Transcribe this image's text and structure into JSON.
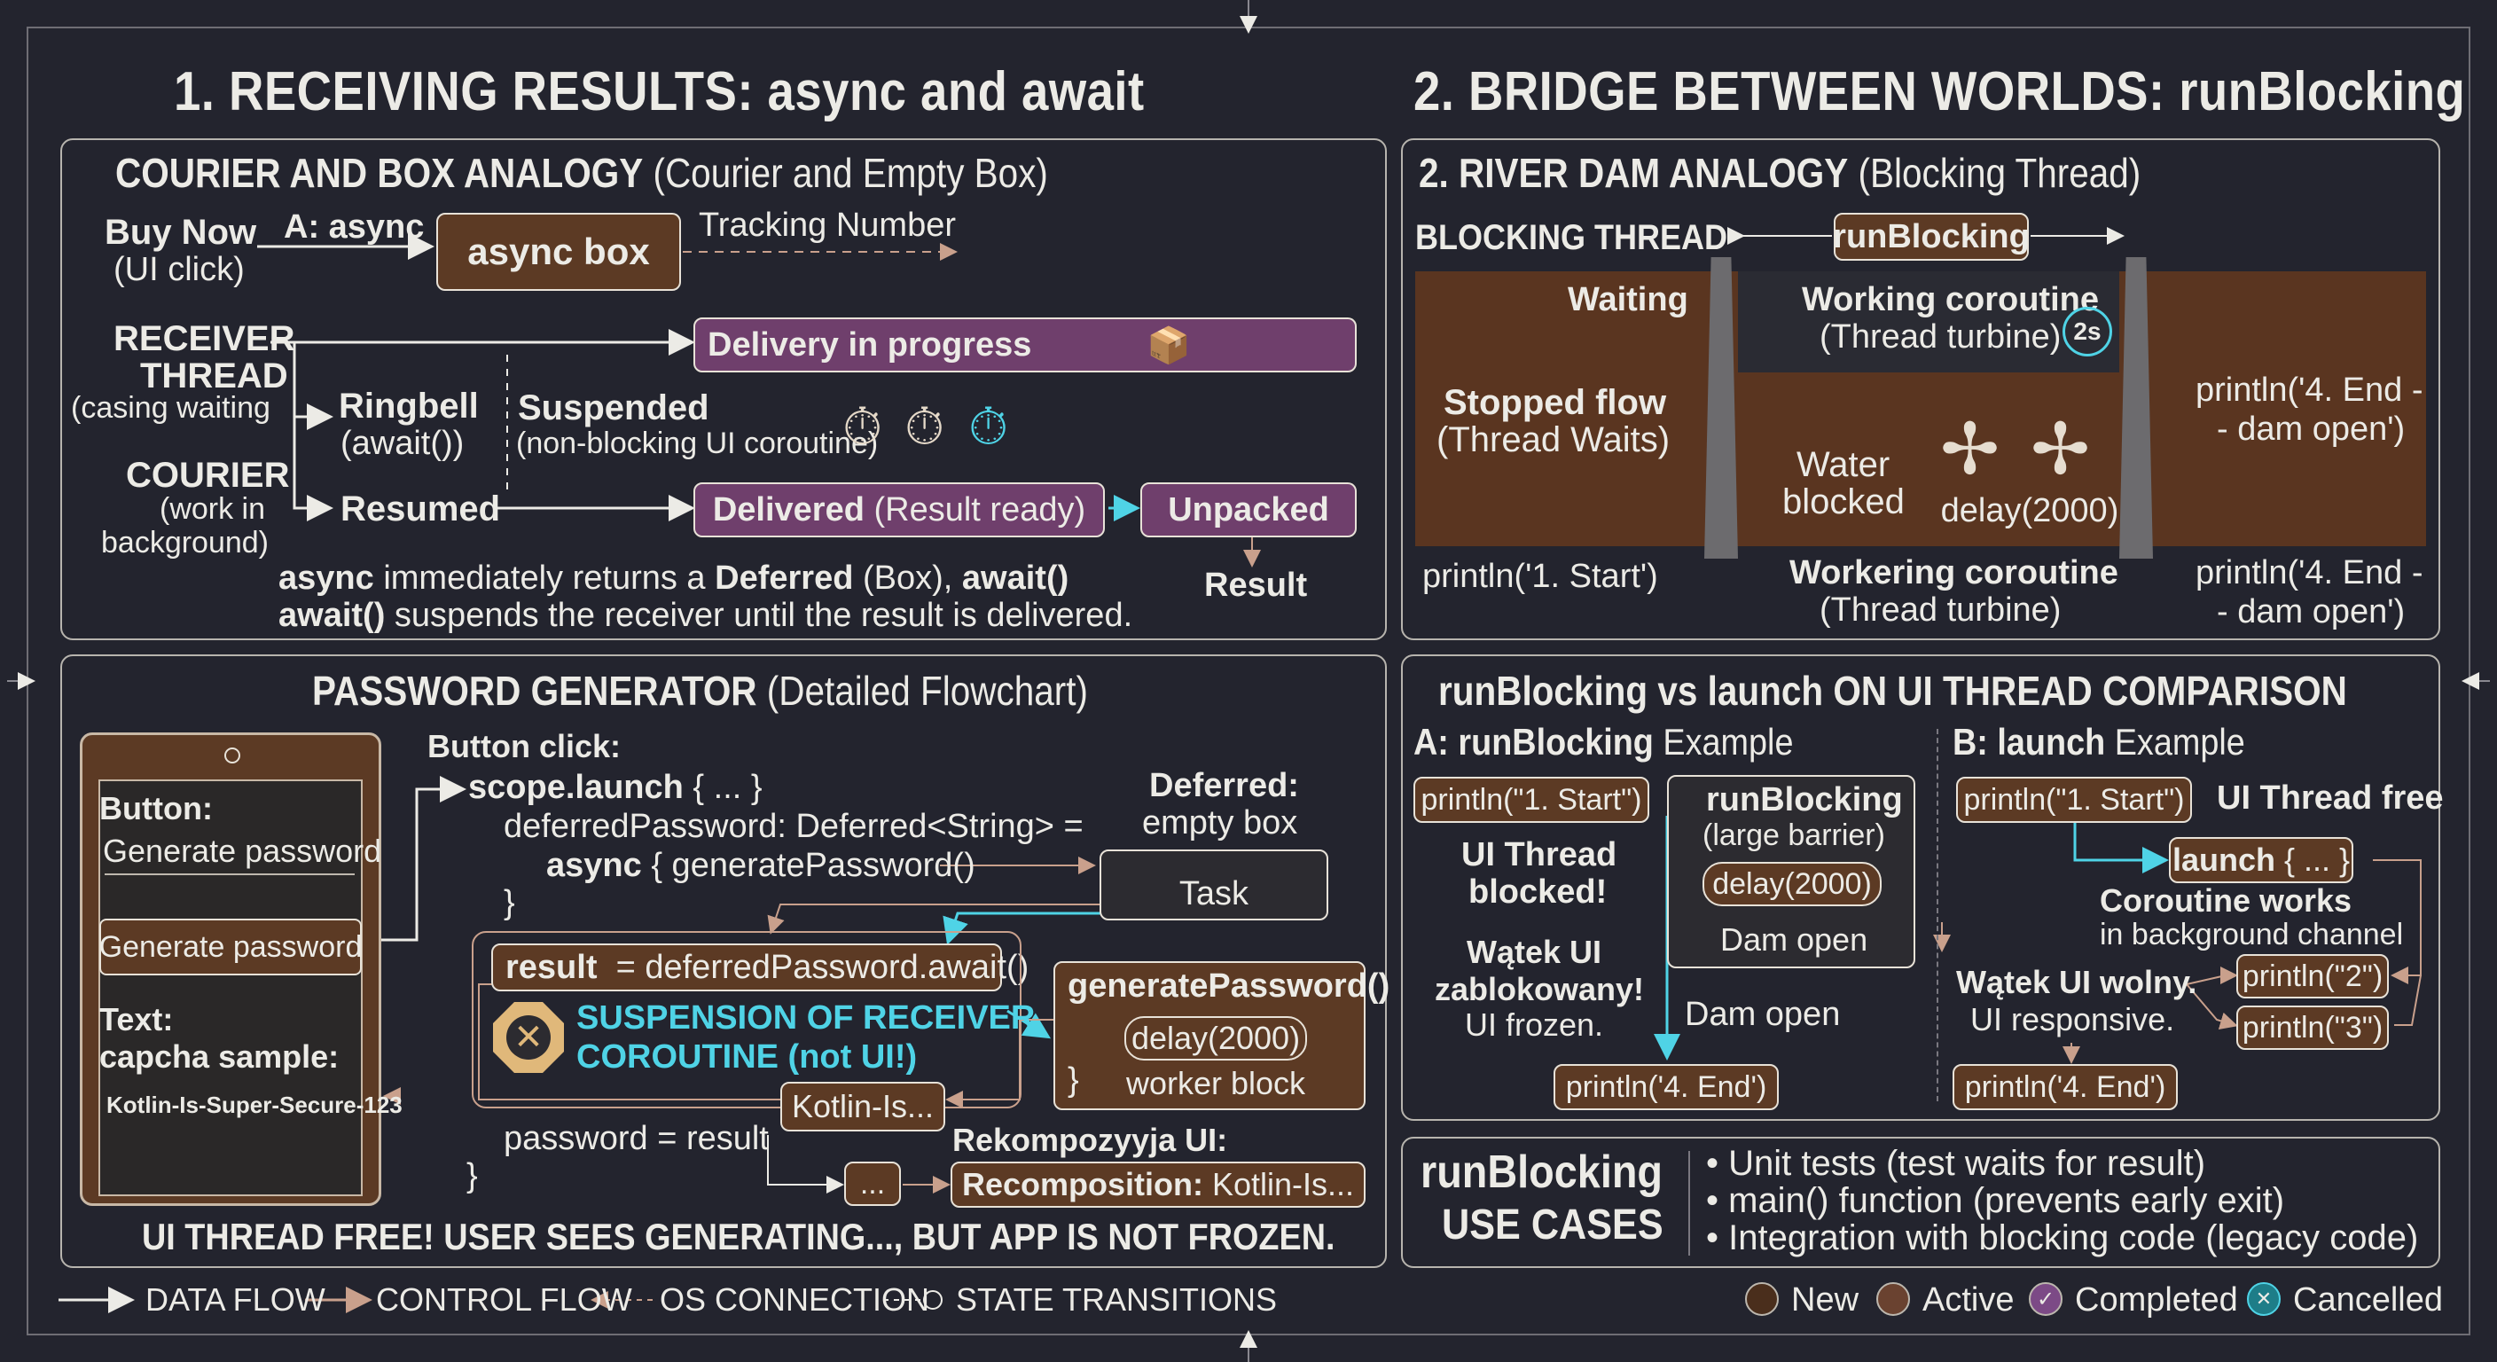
{
  "section1": {
    "title": "1. RECEIVING RESULTS: async and await",
    "analogy": {
      "title_bold": "COURIER AND BOX ANALOGY",
      "title_rest": "(Courier and Empty Box)",
      "buy_now": "Buy Now",
      "ui_click": "(UI click)",
      "a_async": "A: async",
      "async_box": "async box",
      "tracking": "Tracking Number",
      "receiver_thread_1": "RECEIVER",
      "receiver_thread_2": "THREAD",
      "casing_waiting": "(casing waiting",
      "delivery": "Delivery in progress",
      "ringbell": "Ringbell",
      "await_call": "(await())",
      "suspended": "Suspended",
      "non_blocking": "(non-blocking UI coroutine)",
      "courier": "COURIER",
      "work_in_1": "(work in",
      "work_in_2": "background)",
      "resumed": "Resumed",
      "delivered_bold": "Delivered",
      "delivered_rest": "(Result ready)",
      "unpacked": "Unpacked",
      "result": "Result",
      "note1_a": "async",
      "note1_b": "immediately returns a",
      "note1_c": "Deferred",
      "note1_d": "(Box),",
      "note1_e": "await()",
      "note2_a": "await()",
      "note2_b": "suspends the receiver until the result is delivered."
    },
    "password": {
      "title_bold": "PASSWORD GENERATOR",
      "title_rest": "(Detailed Flowchart)",
      "button_label": "Button:",
      "button_text": "Generate password",
      "button_widget": "Generate password",
      "text_label": "Text:",
      "capcha": "capcha sample:",
      "sample": "Kotlin-Is-Super-Secure-123",
      "button_click": "Button click:",
      "scope_launch": "scope.launch",
      "brace_open": "{ ... }",
      "deferred_line": "deferredPassword: Deferred<String> =",
      "async_kw": "async",
      "async_rest": "{ generatePassword()",
      "close_brace1": "}",
      "deferred_label": "Deferred:",
      "empty_box": "empty box",
      "task": "Task",
      "result_kw": "result",
      "result_rest": "= deferredPassword.await()",
      "suspension_1": "SUSPENSION OF RECEIVER",
      "suspension_2": "COROUTINE (not UI!)",
      "gen_pw": "generatePassword()",
      "delay": "delay(2000)",
      "close_brace2": "}",
      "worker_block": "worker block",
      "kotlin_is": "Kotlin-Is...",
      "password_result": "password = result",
      "close_brace3": "}",
      "ellipsis": "...",
      "rekomp": "Rekompozyyja UI:",
      "recomp_bold": "Recomposition:",
      "recomp_rest": "Kotlin-Is...",
      "bottom": "UI THREAD FREE! USER SEES GENERATING..., BUT APP IS NOT FROZEN."
    }
  },
  "section2": {
    "title": "2. BRIDGE BETWEEN WORLDS: runBlocking",
    "dam": {
      "title_bold": "2. RIVER DAM ANALOGY",
      "title_rest": "(Blocking Thread)",
      "blocking_thread": "BLOCKING THREAD",
      "runblocking": "runBlocking",
      "waiting": "Waiting",
      "working_coroutine": "Working coroutine",
      "thread_turbine": "(Thread turbine)",
      "timer": "2s",
      "stopped_flow": "Stopped flow",
      "thread_waits": "(Thread Waits)",
      "water": "Water",
      "blocked": "blocked",
      "delay": "delay(2000)",
      "println_end_1": "println('4. End -",
      "println_end_2": "- dam open')",
      "println_start": "println('1. Start')",
      "workering": "Workering coroutine",
      "thread_turbine2": "(Thread turbine)",
      "println_end_3": "println('4. End -",
      "println_end_4": "- dam open')"
    },
    "comparison": {
      "title": "runBlocking vs launch ON UI THREAD COMPARISON",
      "a_bold": "A: runBlocking",
      "a_rest": "Example",
      "b_bold": "B: launch",
      "b_rest": "Example",
      "a_start": "println(\"1. Start\")",
      "rb_title": "runBlocking",
      "rb_sub": "(large barrier)",
      "rb_delay": "delay(2000)",
      "rb_dam": "Dam open",
      "ui_blocked_1": "UI Thread",
      "ui_blocked_2": "blocked!",
      "watek_1": "Wątek UI",
      "watek_2": "zablokowany!",
      "ui_frozen": "UI frozen.",
      "dam_open": "Dam open",
      "a_end": "println('4. End')",
      "b_start": "println(\"1. Start\")",
      "ui_free": "UI Thread free",
      "launch_kw": "launch",
      "launch_rest": "{ ... }",
      "coroutine_works": "Coroutine works",
      "bg_channel": "in background channel",
      "watek_wolny": "Wątek UI wolny.",
      "ui_responsive": "UI responsive.",
      "p2": "println(\"2\")",
      "p3": "println(\"3\")",
      "b_end": "println('4. End')"
    },
    "usecases": {
      "title_1": "runBlocking",
      "title_2": "USE CASES",
      "items": [
        "• Unit tests (test waits for result)",
        "• main() function (prevents early exit)",
        "• Integration with blocking code (legacy code)"
      ]
    }
  },
  "legend": {
    "data_flow": "DATA FLOW",
    "control_flow": "CONTROL FLOW",
    "os_connection": "OS CONNECTION",
    "state_transitions": "STATE TRANSITIONS",
    "new": "New",
    "active": "Active",
    "completed": "Completed",
    "cancelled": "Cancelled"
  },
  "colors": {
    "background": "#23242e",
    "brown": "#5c3a24",
    "purple": "#6f3f6c",
    "cyan": "#4fd3e6",
    "arrow": "#c9a08c"
  }
}
